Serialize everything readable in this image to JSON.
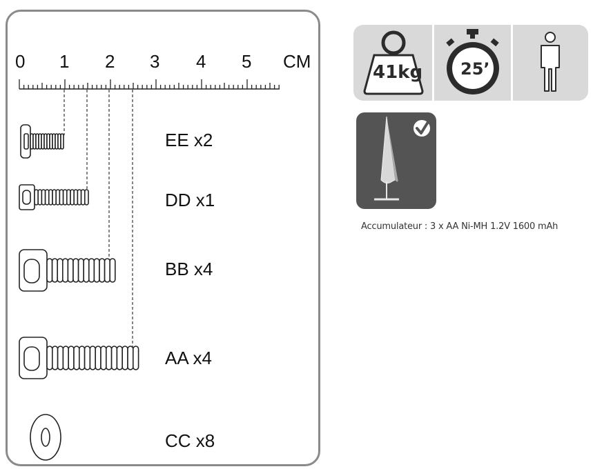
{
  "ruler": {
    "ticks": [
      "0",
      "1",
      "2",
      "3",
      "4",
      "5"
    ],
    "unit": "CM"
  },
  "parts": [
    {
      "id": "EE",
      "label": "EE x2"
    },
    {
      "id": "DD",
      "label": "DD x1"
    },
    {
      "id": "BB",
      "label": "BB x4"
    },
    {
      "id": "AA",
      "label": "AA x4"
    },
    {
      "id": "CC",
      "label": "CC x8"
    }
  ],
  "specs": {
    "weight": "41kg",
    "time": "25’",
    "people_icon": "person-icon",
    "weight_icon": "weight-icon",
    "time_icon": "stopwatch-icon"
  },
  "accessory": {
    "icon": "umbrella-cover-icon",
    "check_icon": "check-icon",
    "note": "Accumulateur : 3 x AA Ni-MH 1.2V 1600 mAh"
  },
  "colors": {
    "icon_bg": "#d9d9d9",
    "icon_fg": "#2b2b2b",
    "panel_border": "#8a8a8a",
    "cover_bg": "#545454"
  }
}
